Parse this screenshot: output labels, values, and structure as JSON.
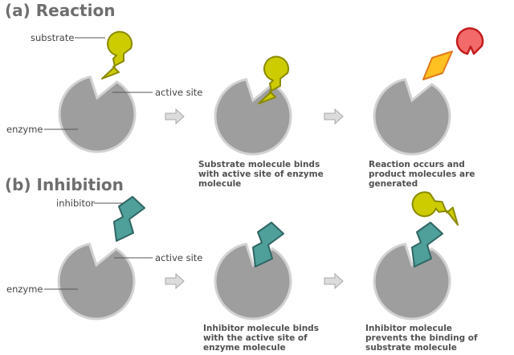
{
  "panel_a": {
    "title": "(a) Reaction",
    "labels": {
      "substrate": "substrate",
      "active_site": "active site",
      "enzyme": "enzyme"
    },
    "captions": [
      [
        "Substrate molecule binds",
        "with active site of enzyme",
        "molecule"
      ],
      [
        "Reaction occurs and",
        "product molecules are",
        "generated"
      ]
    ]
  },
  "panel_b": {
    "title": "(b) Inhibition",
    "labels": {
      "inhibitor": "inhibitor",
      "active_site": "active site",
      "enzyme": "enzyme"
    },
    "captions": [
      [
        "Inhibitor molecule binds",
        "with the active site of",
        "enzyme molecule"
      ],
      [
        "Inhibitor molecule",
        "prevents the binding of",
        "substrate molecule"
      ]
    ]
  },
  "colors": {
    "enzyme": "#9e9e9e",
    "substrate": "#cccc00",
    "inhibitor": "#4f9f9a",
    "product_orange": "#ffc022",
    "product_red": "#f26a6a"
  }
}
